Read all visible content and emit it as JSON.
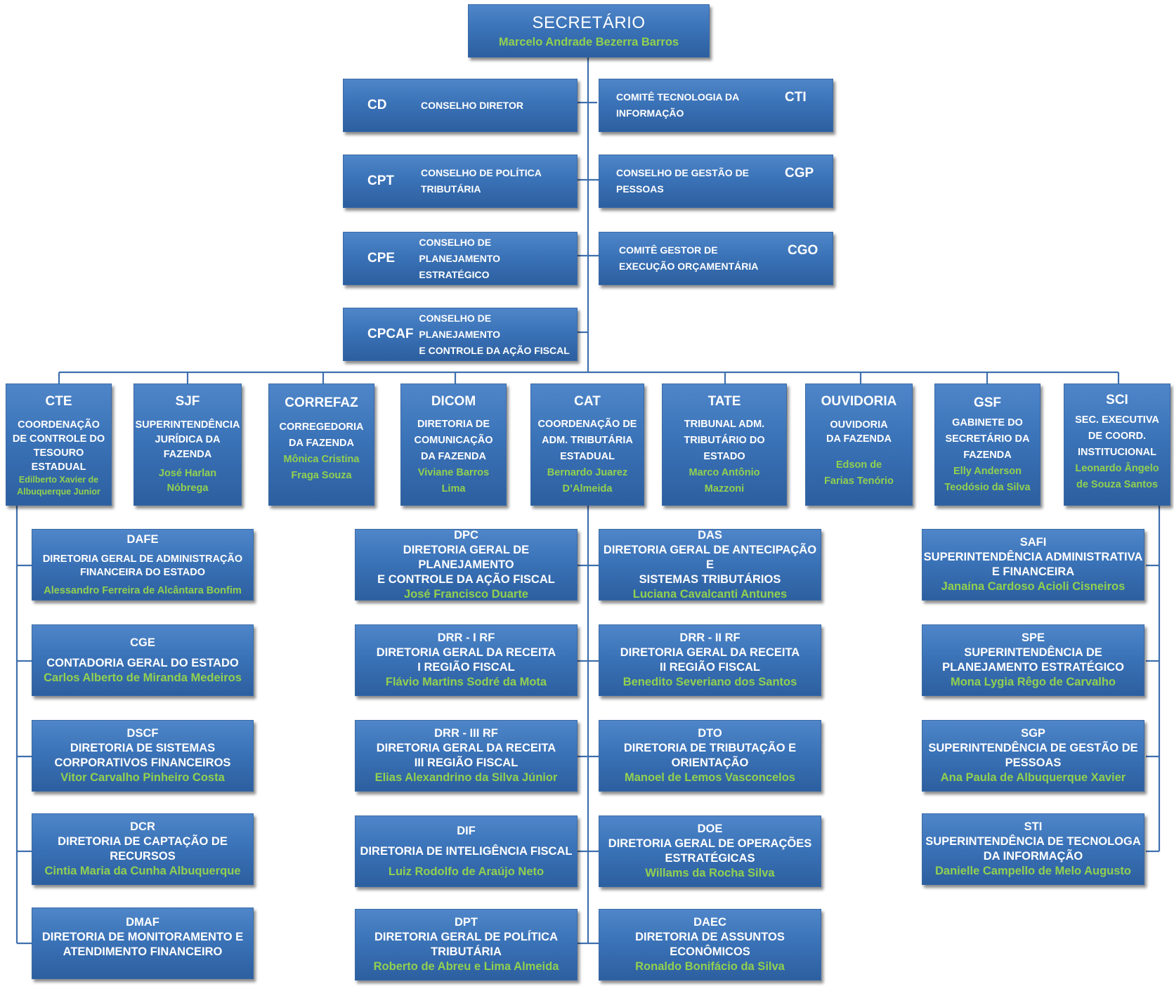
{
  "secretario": {
    "title": "SECRETÁRIO",
    "person": "Marcelo Andrade Bezerra Barros"
  },
  "councils_left": [
    {
      "abbr": "CD",
      "name1": "CONSELHO DIRETOR",
      "name2": ""
    },
    {
      "abbr": "CPT",
      "name1": "CONSELHO DE POLÍTICA",
      "name2": "TRIBUTÁRIA"
    },
    {
      "abbr": "CPE",
      "name1": "CONSELHO DE PLANEJAMENTO",
      "name2": "ESTRATÉGICO"
    },
    {
      "abbr": "CPCAF",
      "name1": "CONSELHO DE PLANEJAMENTO",
      "name2": "E CONTROLE DA AÇÃO FISCAL"
    }
  ],
  "councils_right": [
    {
      "abbr": "CTI",
      "name1": "COMITÊ TECNOLOGIA DA",
      "name2": "INFORMAÇÃO"
    },
    {
      "abbr": "CGP",
      "name1": "CONSELHO DE GESTÃO DE",
      "name2": "PESSOAS"
    },
    {
      "abbr": "CGO",
      "name1": "COMITÊ GESTOR DE",
      "name2": "EXECUÇÃO ORÇAMENTÁRIA"
    }
  ],
  "units": [
    {
      "abbr": "CTE",
      "lines": [
        "COORDENAÇÃO",
        "DE CONTROLE DO",
        "TESOURO",
        "ESTADUAL"
      ],
      "person": [
        "Edilberto Xavier de",
        "Albuquerque Junior"
      ]
    },
    {
      "abbr": "SJF",
      "lines": [
        "SUPERINTENDÊNCIA",
        "JURÍDICA DA",
        "FAZENDA"
      ],
      "person": [
        "José Harlan",
        "Nóbrega"
      ]
    },
    {
      "abbr": "CORREFAZ",
      "lines": [
        "CORREGEDORIA",
        "DA FAZENDA"
      ],
      "person": [
        "Mônica Cristina",
        "Fraga Souza"
      ]
    },
    {
      "abbr": "DICOM",
      "lines": [
        "DIRETORIA DE",
        "COMUNICAÇÃO",
        "DA FAZENDA"
      ],
      "person": [
        "Viviane Barros",
        "Lima"
      ]
    },
    {
      "abbr": "CAT",
      "lines": [
        "COORDENAÇÃO DE",
        "ADM. TRIBUTÁRIA",
        "ESTADUAL"
      ],
      "person": [
        "Bernardo Juarez",
        "D’Almeida"
      ]
    },
    {
      "abbr": "TATE",
      "lines": [
        "TRIBUNAL ADM.",
        "TRIBUTÁRIO DO",
        "ESTADO"
      ],
      "person": [
        "Marco Antônio",
        "Mazzoni"
      ]
    },
    {
      "abbr": "OUVIDORIA",
      "lines": [
        "OUVIDORIA",
        "DA FAZENDA"
      ],
      "person": [
        "Edson de",
        "Farias Tenório"
      ]
    },
    {
      "abbr": "GSF",
      "lines": [
        "GABINETE DO",
        "SECRETÁRIO DA",
        "FAZENDA"
      ],
      "person": [
        "Elly Anderson",
        "Teodósio da Silva"
      ]
    },
    {
      "abbr": "SCI",
      "lines": [
        "SEC. EXECUTIVA",
        "DE COORD.",
        "INSTITUCIONAL"
      ],
      "person": [
        "Leonardo Ângelo",
        "de Souza Santos"
      ]
    }
  ],
  "cte_dirs": [
    {
      "code": "DAFE",
      "lines": [
        "DIRETORIA GERAL DE ADMINISTRAÇÃO",
        "FINANCEIRA DO ESTADO"
      ],
      "person": "Alessandro Ferreira de Alcântara Bonfim"
    },
    {
      "code": "CGE",
      "lines": [
        "CONTADORIA GERAL DO ESTADO"
      ],
      "person": "Carlos Alberto de Miranda Medeiros"
    },
    {
      "code": "DSCF",
      "lines": [
        "DIRETORIA DE SISTEMAS",
        "CORPORATIVOS FINANCEIROS"
      ],
      "person": "Vitor Carvalho Pinheiro Costa"
    },
    {
      "code": "DCR",
      "lines": [
        "DIRETORIA DE CAPTAÇÃO DE",
        "RECURSOS"
      ],
      "person": "Cintia Maria da Cunha Albuquerque"
    },
    {
      "code": "DMAF",
      "lines": [
        "DIRETORIA DE MONITORAMENTO E",
        "ATENDIMENTO FINANCEIRO"
      ],
      "person": ""
    }
  ],
  "cat_left": [
    {
      "code": "DPC",
      "lines": [
        "DIRETORIA GERAL DE PLANEJAMENTO",
        "E CONTROLE DA AÇÃO FISCAL"
      ],
      "person": "José Francisco Duarte"
    },
    {
      "code": "DRR - I RF",
      "lines": [
        "DIRETORIA GERAL DA RECEITA",
        "I REGIÃO  FISCAL"
      ],
      "person": "Flávio Martins Sodré da Mota"
    },
    {
      "code": "DRR - III RF",
      "lines": [
        "DIRETORIA GERAL DA RECEITA",
        "III REGIÃO FISCAL"
      ],
      "person": "Elias Alexandrino da Silva  Júnior"
    },
    {
      "code": "DIF",
      "lines": [
        "DIRETORIA DE INTELIGÊNCIA FISCAL"
      ],
      "person": "Luiz Rodolfo de Araújo Neto"
    },
    {
      "code": "DPT",
      "lines": [
        "DIRETORIA GERAL DE POLÍTICA",
        "TRIBUTÁRIA"
      ],
      "person": "Roberto de Abreu e  Lima Almeida"
    }
  ],
  "cat_right": [
    {
      "code": "DAS",
      "lines": [
        "DIRETORIA GERAL DE ANTECIPAÇÃO E",
        "SISTEMAS TRIBUTÁRIOS"
      ],
      "person": "Luciana Cavalcanti Antunes"
    },
    {
      "code": "DRR - II RF",
      "lines": [
        "DIRETORIA GERAL DA RECEITA",
        "II REGIÃO  FISCAL"
      ],
      "person": "Benedito Severiano dos Santos"
    },
    {
      "code": "DTO",
      "lines": [
        "DIRETORIA DE TRIBUTAÇÃO E",
        "ORIENTAÇÃO"
      ],
      "person": "Manoel de Lemos Vasconcelos"
    },
    {
      "code": "DOE",
      "lines": [
        "DIRETORIA GERAL DE OPERAÇÕES",
        "ESTRATÉGICAS"
      ],
      "person": "Willams da Rocha Silva"
    },
    {
      "code": "DAEC",
      "lines": [
        "DIRETORIA DE ASSUNTOS",
        "ECONÔMICOS"
      ],
      "person": "Ronaldo Bonifácio da Silva"
    }
  ],
  "sci_dirs": [
    {
      "code": "SAFI",
      "lines": [
        "SUPERINTENDÊNCIA ADMINISTRATIVA",
        "E FINANCEIRA"
      ],
      "person": "Janaína Cardoso Acioli Cisneiros"
    },
    {
      "code": "SPE",
      "lines": [
        "SUPERINTENDÊNCIA DE",
        "PLANEJAMENTO ESTRATÉGICO"
      ],
      "person": "Mona Lygia Rêgo de Carvalho"
    },
    {
      "code": "SGP",
      "lines": [
        "SUPERINTENDÊNCIA DE GESTÃO DE",
        "PESSOAS"
      ],
      "person": "Ana Paula de Albuquerque Xavier"
    },
    {
      "code": "STI",
      "lines": [
        "SUPERINTENDÊNCIA DE TECNOLOGA",
        "DA INFORMAÇÃO"
      ],
      "person": "Danielle Campello de Melo Augusto"
    }
  ]
}
